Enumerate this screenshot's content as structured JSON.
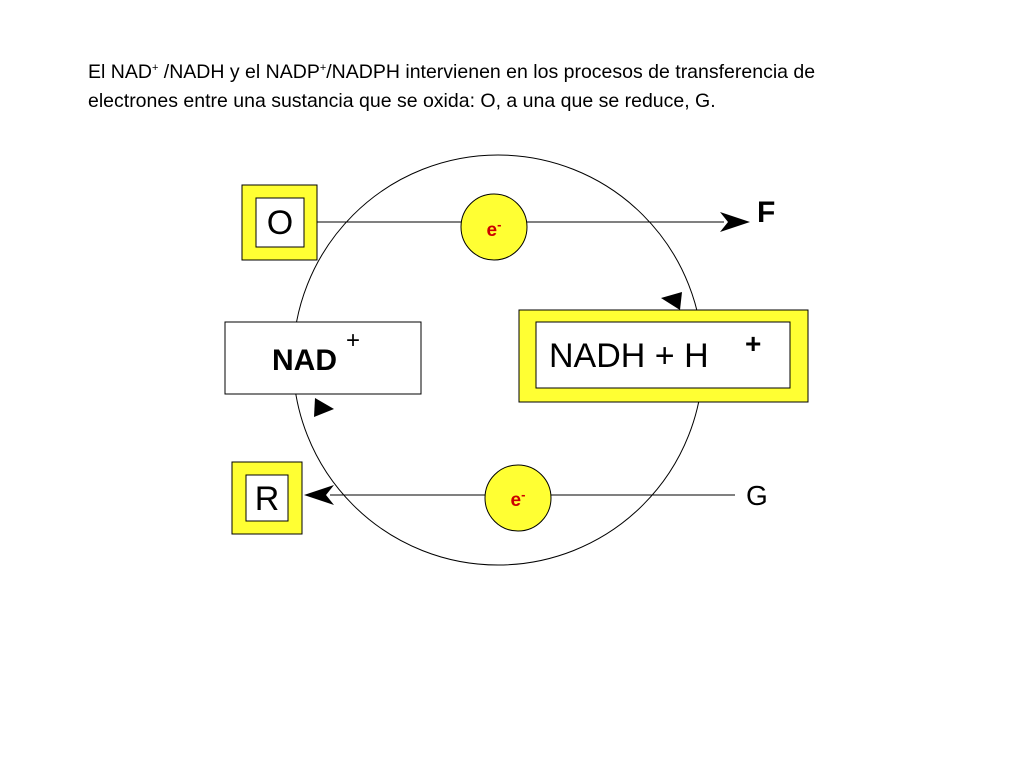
{
  "intro": {
    "seg1": "El  NAD",
    "sup1": "+",
    "seg2": " /NADH y el  NADP",
    "sup2": "+",
    "seg3": "/NADPH   intervienen en los procesos de transferencia de electrones entre una sustancia que se oxida: O, a una que se reduce, G."
  },
  "diagram": {
    "oxidized": "O",
    "reduced": "R",
    "product_f": "F",
    "donor_g": "G",
    "nad": "NAD",
    "nad_charge": "+",
    "nadh": "NADH + H",
    "nadh_charge": "+",
    "electron_base": "e",
    "electron_charge": "-"
  },
  "colors": {
    "highlight": "#ffff33",
    "electron_text": "#cc0000",
    "stroke": "#000000"
  }
}
